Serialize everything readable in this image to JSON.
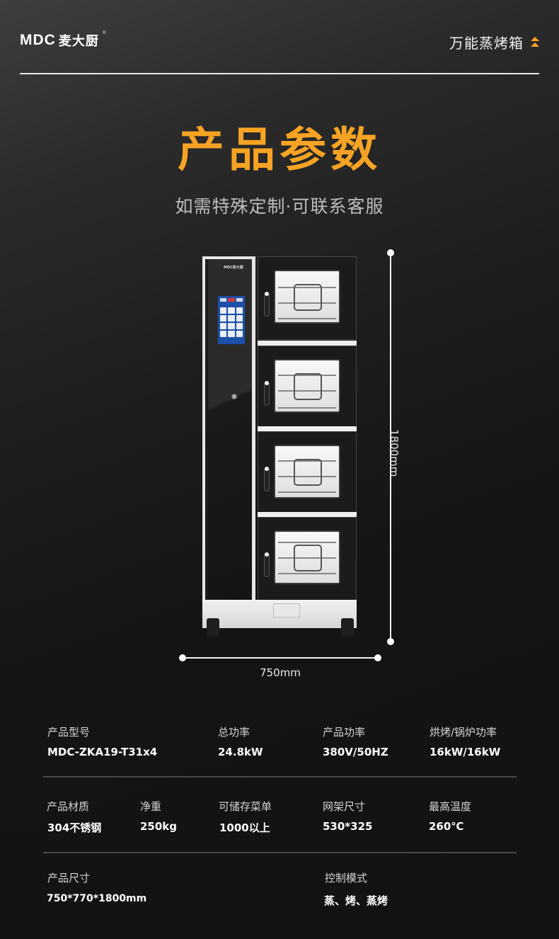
{
  "header": {
    "logo_mark": "MDC",
    "logo_cn": "麦大厨",
    "logo_reg": "®",
    "product_category": "万能蒸烤箱",
    "category_icon": "double-chevron-up-icon"
  },
  "hero": {
    "title": "产品参数",
    "subtitle": "如需特殊定制·可联系客服"
  },
  "product_image": {
    "panel_logo": "MDC麦大厨",
    "decks": 4
  },
  "dimensions": {
    "width_label": "750mm",
    "height_label": "1800mm"
  },
  "specs": {
    "row1": [
      {
        "label": "产品型号",
        "value": "MDC-ZKA19-T31x4"
      },
      {
        "label": "总功率",
        "value": "24.8kW"
      },
      {
        "label": "产品功率",
        "value": "380V/50HZ"
      },
      {
        "label": "烘烤/锅炉功率",
        "value": "16kW/16kW"
      }
    ],
    "row2": [
      {
        "label": "产品材质",
        "value": "304不锈钢"
      },
      {
        "label": "净重",
        "value": "250kg"
      },
      {
        "label": "可储存菜单",
        "value": "1000以上"
      },
      {
        "label": "网架尺寸",
        "value": "530*325"
      },
      {
        "label": "最高温度",
        "value": "260℃"
      }
    ],
    "row3": [
      {
        "label": "产品尺寸",
        "value": "750*770*1800mm"
      },
      {
        "label": "控制模式",
        "value": "蒸、烤、蒸烤"
      }
    ]
  },
  "colors": {
    "accent": "#f7a325",
    "background": "#141414",
    "text": "#ffffff",
    "muted_text": "#bdbdbd"
  }
}
